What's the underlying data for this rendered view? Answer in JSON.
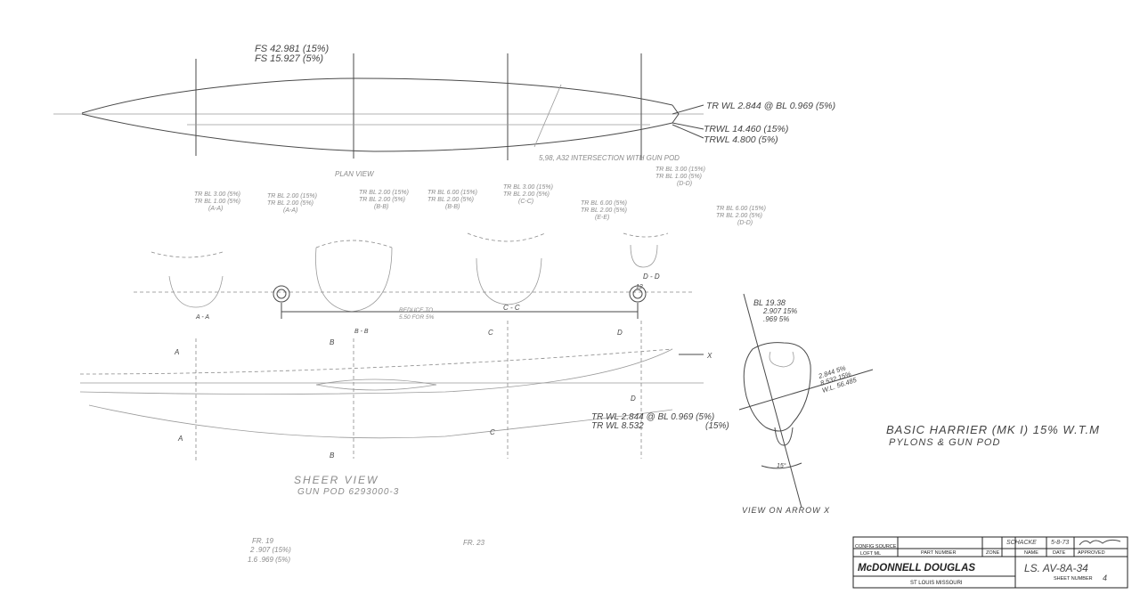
{
  "plan_view": {
    "fs_top": "FS 42.981 (15%)",
    "fs_bottom": "FS 15.927 (5%)",
    "tr_wl_top": "TR WL 2.844 @ BL 0.969 (5%)",
    "tr_wl_mid": "TRWL 14.460 (15%)",
    "tr_wl_bot": "TRWL 4.800 (5%)",
    "annotation": "5,98, A32 INTERSECTION WITH GUN POD",
    "title": "PLAN VIEW"
  },
  "section_labels": {
    "a_line1": "TR BL 3.00 (5%)",
    "a_line2": "TR BL 1.00 (5%)",
    "a_line3": "(A-A)",
    "b_line1": "TR BL 2.00 (15%)",
    "b_line2": "TR BL 2.00 (5%)",
    "b_line3": "(A-A)",
    "c_line1": "TR BL 2.00 (15%)",
    "c_line2": "TR BL 2.00 (5%)",
    "c_line3": "(B-B)",
    "d_line1": "TR BL 6.00 (15%)",
    "d_line2": "TR BL 2.00 (5%)",
    "d_line3": "(B-B)",
    "e_line1": "TR BL 3.00 (15%)",
    "e_line2": "TR BL 2.00 (5%)",
    "e_line3": "(C-C)",
    "f_line1": "TR BL 6.00 (5%)",
    "f_line2": "TR BL 2.00 (5%)",
    "f_line3": "(E-E)",
    "g_line1": "TR BL 3.00 (15%)",
    "g_line2": "TR BL 1.00 (5%)",
    "g_line3": "(D-D)",
    "h_line1": "TR BL 6.00 (15%)",
    "h_line2": "TR BL 2.00 (5%)",
    "h_line3": "(D-D)"
  },
  "cuts": {
    "aa": "A - A",
    "bb": "B - B",
    "cc": "C - C",
    "dd": "D - D",
    "b_arrow": "B",
    "c_arrow": "C",
    "d_arrow": "D",
    "a_arrow": "A",
    "x_arrow": "X",
    "reduce": "REDUCE TO",
    "reduce2": "5.50 FOR 5%",
    "dim_12": "12"
  },
  "side_view": {
    "tr_wl_a": "TR WL 2.844 @ BL 0.969 (5%)",
    "tr_wl_b": "TR WL 8.532",
    "pct": "(15%)",
    "title": "SHEER VIEW",
    "subtitle": "GUN POD 6293000-3"
  },
  "arrow_view": {
    "bl": "BL 19.38",
    "v1": "2.907 15%",
    "v2": ".969 5%",
    "w1": "2.844 5%",
    "w2": "8.532 15%",
    "w3": "W.L. 56.485",
    "angle": "15°",
    "title": "VIEW ON ARROW X"
  },
  "main_title": {
    "line1": "BASIC HARRIER (MK I) 15% W.T.M",
    "line2": "PYLONS & GUN POD"
  },
  "footer_notes": {
    "fr19": "FR. 19",
    "fr19a": "2 .907 (15%)",
    "fr19b": "1.6 .969 (5%)",
    "fr23": "FR. 23"
  },
  "title_block": {
    "config_source": "CONFIG SOURCE",
    "loft_ml": "LOFT ML",
    "part_number": "PART NUMBER",
    "zone": "ZONE",
    "name": "NAME",
    "date": "DATE",
    "approved": "APPROVED",
    "name_val": "SCHACKE",
    "date_val": "5-8-73",
    "company": "McDONNELL DOUGLAS",
    "location": "ST LOUIS MISSOURI",
    "drawing_no": "LS. AV-8A-34",
    "sheet_label": "SHEET NUMBER",
    "sheet_no": "4"
  }
}
